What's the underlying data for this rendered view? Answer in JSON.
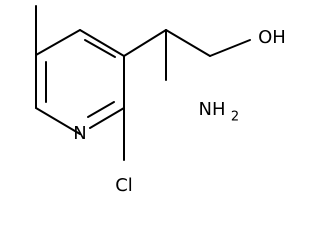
{
  "molecule": {
    "atoms": {
      "N": "N",
      "Cl": "Cl",
      "OH": "OH",
      "NH2_main": "NH",
      "NH2_sub": "2"
    }
  }
}
